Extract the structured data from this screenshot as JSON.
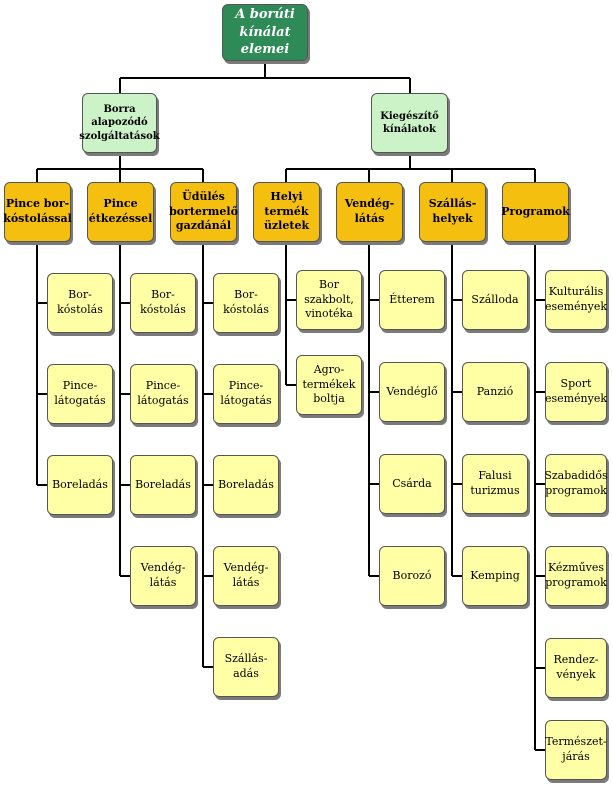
{
  "root": {
    "label": "A borúti\nkínálat elemei"
  },
  "groups": [
    {
      "label": "Borra\nalapozódó\nszolgáltatások",
      "children": [
        {
          "label": "Pince bor-\nkóstolással",
          "items": [
            "Bor-\nkóstolás",
            "Pince-\nlátogatás",
            "Boreladás"
          ]
        },
        {
          "label": "Pince\nétkezéssel",
          "items": [
            "Bor-\nkóstolás",
            "Pince-\nlátogatás",
            "Boreladás",
            "Vendég-\nlátás"
          ]
        },
        {
          "label": "Üdülés\nbortermelő\ngazdánál",
          "items": [
            "Bor-\nkóstolás",
            "Pince-\nlátogatás",
            "Boreladás",
            "Vendég-\nlátás",
            "Szállás-\nadás"
          ]
        }
      ]
    },
    {
      "label": "Kiegészítő\nkínálatok",
      "children": [
        {
          "label": "Helyi\ntermék\nüzletek",
          "items": [
            "Bor\nszakbolt,\nvinotéka",
            "Agro-\ntermékek\nboltja"
          ]
        },
        {
          "label": "Vendég-\nlátás",
          "items": [
            "Étterem",
            "Vendéglő",
            "Csárda",
            "Borozó"
          ]
        },
        {
          "label": "Szállás-\nhelyek",
          "items": [
            "Szálloda",
            "Panzió",
            "Falusi\nturizmus",
            "Kemping"
          ]
        },
        {
          "label": "Programok",
          "items": [
            "Kulturális\nesemények",
            "Sport\nesemények",
            "Szabadidős\nprogramok",
            "Kézműves\nprogramok",
            "Rendez-\nvények",
            "Természet-\njárás"
          ]
        }
      ]
    }
  ]
}
